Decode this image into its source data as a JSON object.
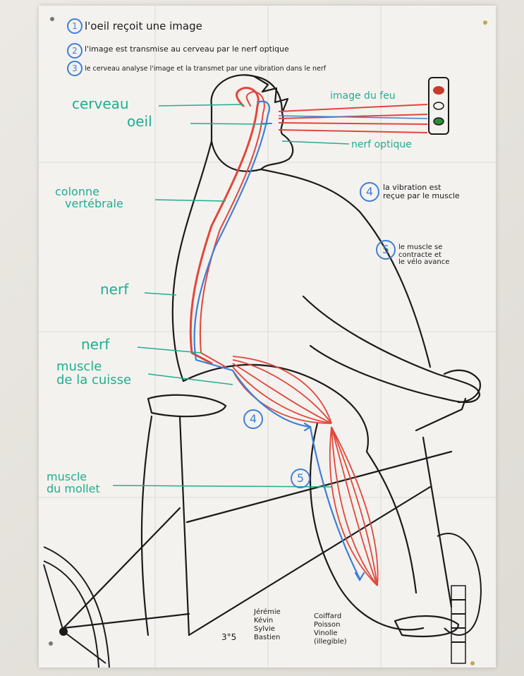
{
  "poster": {
    "steps": [
      {
        "n": "1",
        "text": "l'oeil reçoit une image"
      },
      {
        "n": "2",
        "text": "l'image est transmise au cerveau par le nerf optique"
      },
      {
        "n": "3",
        "text": "le cerveau analyse l'image et la transmet par une vibration dans le nerf"
      }
    ],
    "step4": {
      "n": "4",
      "text_line1": "la vibration est",
      "text_line2": "reçue par le muscle"
    },
    "step5": {
      "n": "5",
      "text_line1": "le muscle se",
      "text_line2": "contracte et",
      "text_line3": "le vélo avance"
    },
    "labels": {
      "cerveau": "cerveau",
      "oeil": "oeil",
      "image_du_feu": "image du feu",
      "nerf_optique": "nerf optique",
      "colonne_line1": "colonne",
      "colonne_line2": "vertébrale",
      "nerf_1": "nerf",
      "nerf_2": "nerf",
      "muscle_cuisse_line1": "muscle",
      "muscle_cuisse_line2": "de la cuisse",
      "muscle_mollet_line1": "muscle",
      "muscle_mollet_line2": "du mollet"
    },
    "markers": {
      "four_b": "4",
      "five_b": "5"
    },
    "signature": {
      "class": "3°5",
      "names_col1": [
        "Jérémie",
        "Kévin",
        "Sylvie",
        "Bastien"
      ],
      "names_col2": [
        "Coiffard",
        "Poisson",
        "Vinolle",
        "(illegible)"
      ]
    },
    "colors": {
      "nerve_red": "#e2463a",
      "nerve_blue": "#3f7fd6",
      "label_teal": "#1fae8f",
      "ink": "#1b1b1b",
      "traffic_red": "#c83a2a",
      "traffic_green": "#2f8a3a"
    }
  }
}
